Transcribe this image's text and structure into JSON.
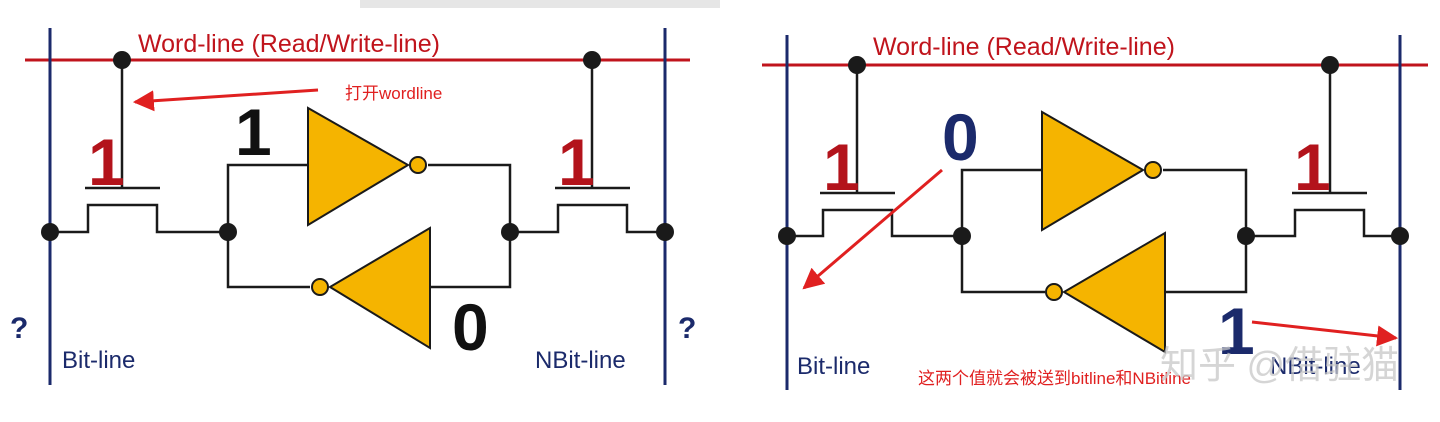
{
  "colors": {
    "wordline": "#c0141c",
    "bitline": "#1b2a6b",
    "wire": "#1a1a1a",
    "gate": "#f5b400",
    "gate_stroke": "#1a1a1a",
    "digit_red": "#b3131b",
    "digit_black": "#111111",
    "digit_blue": "#1b2a6b",
    "annotation_red": "#e02020",
    "watermark": "#c8c8c8"
  },
  "left_panel": {
    "wordline_label": "Word-line (Read/Write-line)",
    "annotation": "打开wordline",
    "bitline_label": "Bit-line",
    "nbitline_label": "NBit-line",
    "left_question": "?",
    "right_question": "?",
    "left_gate_value": "1",
    "right_gate_value": "1",
    "node_top_value": "1",
    "node_bottom_value": "0"
  },
  "right_panel": {
    "wordline_label": "Word-line (Read/Write-line)",
    "annotation": "这两个值就会被送到bitline和NBitline",
    "bitline_label": "Bit-line",
    "nbitline_label": "NBit-line",
    "left_gate_value": "1",
    "right_gate_value": "1",
    "node_top_value": "0",
    "node_bottom_value": "1",
    "watermark": "知乎 @借驻猫"
  }
}
